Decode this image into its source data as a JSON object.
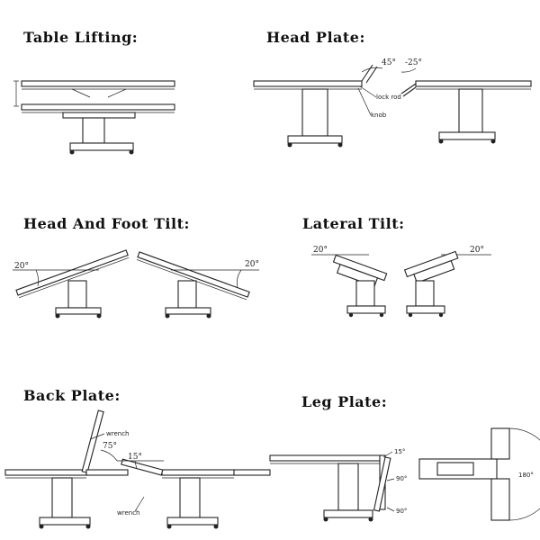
{
  "titles": {
    "table_lifting": "Table Lifting:",
    "head_plate": "Head Plate:",
    "head_foot_tilt": "Head And Foot Tilt:",
    "lateral_tilt": "Lateral Tilt:",
    "back_plate": "Back Plate:",
    "leg_plate": "Leg Plate:"
  },
  "annotations": {
    "head_plate_up_angle": "45°",
    "head_plate_down_angle": "-25°",
    "lock_rod": "lock rod",
    "knob": "knob",
    "tilt_left_angle": "20°",
    "tilt_right_angle": "20°",
    "lateral_left_angle": "20°",
    "lateral_right_angle": "20°",
    "back_plate_up_angle": "75°",
    "back_plate_down_angle": "15°",
    "wrench_top": "wrench",
    "wrench_bottom": "wrench",
    "leg_angle_a": "15°",
    "leg_angle_b": "90°",
    "leg_angle_c": "90°",
    "leg_spread": "180°"
  }
}
